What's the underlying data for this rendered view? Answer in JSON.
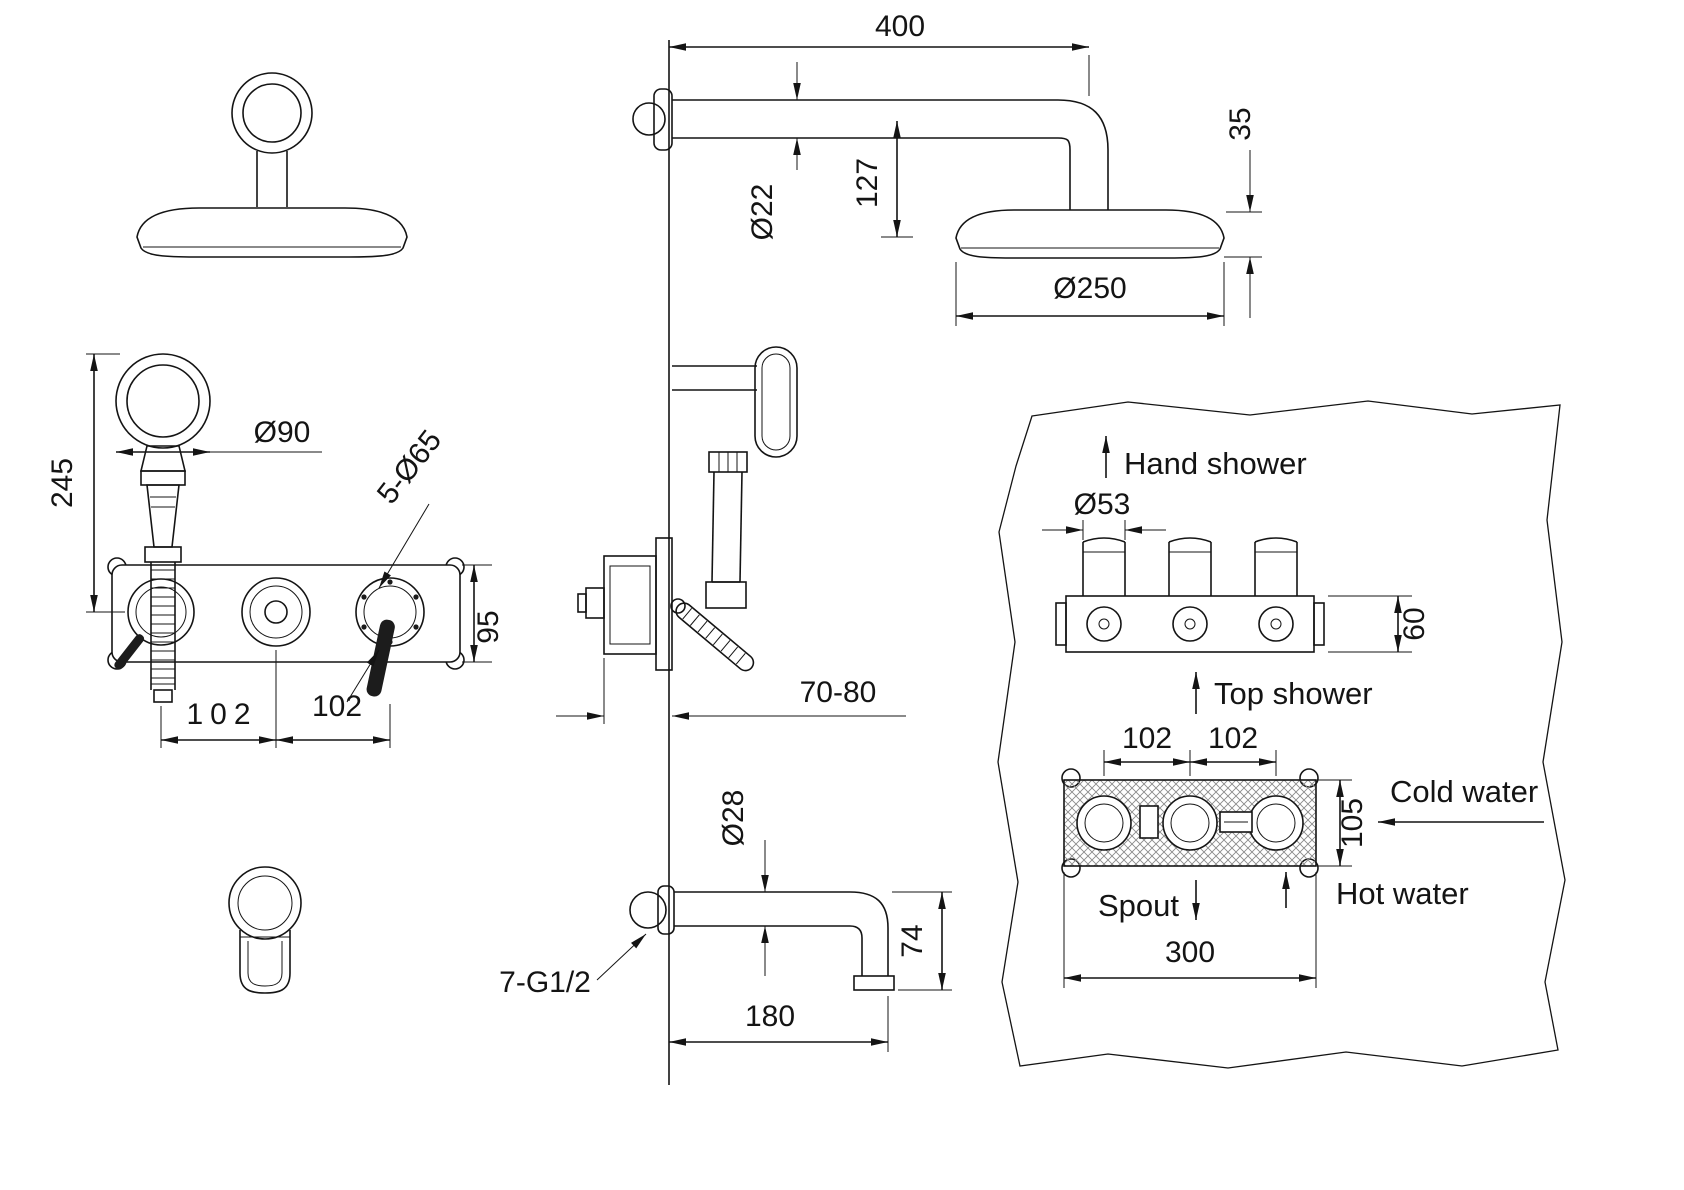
{
  "colors": {
    "line": "#141414",
    "background": "#ffffff",
    "hatch": "#8a8a8a",
    "lever": "#1c1c1c"
  },
  "labels": {
    "dim400": "400",
    "diaO22": "Ø22",
    "dim127": "127",
    "dim35": "35",
    "diaO250": "Ø250",
    "dim245": "245",
    "diaO90": "Ø90",
    "dia5O65": "5-Ø65",
    "dim95": "95",
    "dim102FrontLeft": "102",
    "dim102FrontRight": "102",
    "dim7080": "70-80",
    "diaO28": "Ø28",
    "dim74": "74",
    "dim180": "180",
    "threadSpec": "7-G1/2",
    "handShower": "Hand shower",
    "diaO53": "Ø53",
    "dim60": "60",
    "topShower": "Top shower",
    "dim102RoughLeft": "102",
    "dim102RoughRight": "102",
    "dim105": "105",
    "coldWater": "Cold water",
    "hotWater": "Hot water",
    "spout": "Spout",
    "dim300": "300"
  }
}
